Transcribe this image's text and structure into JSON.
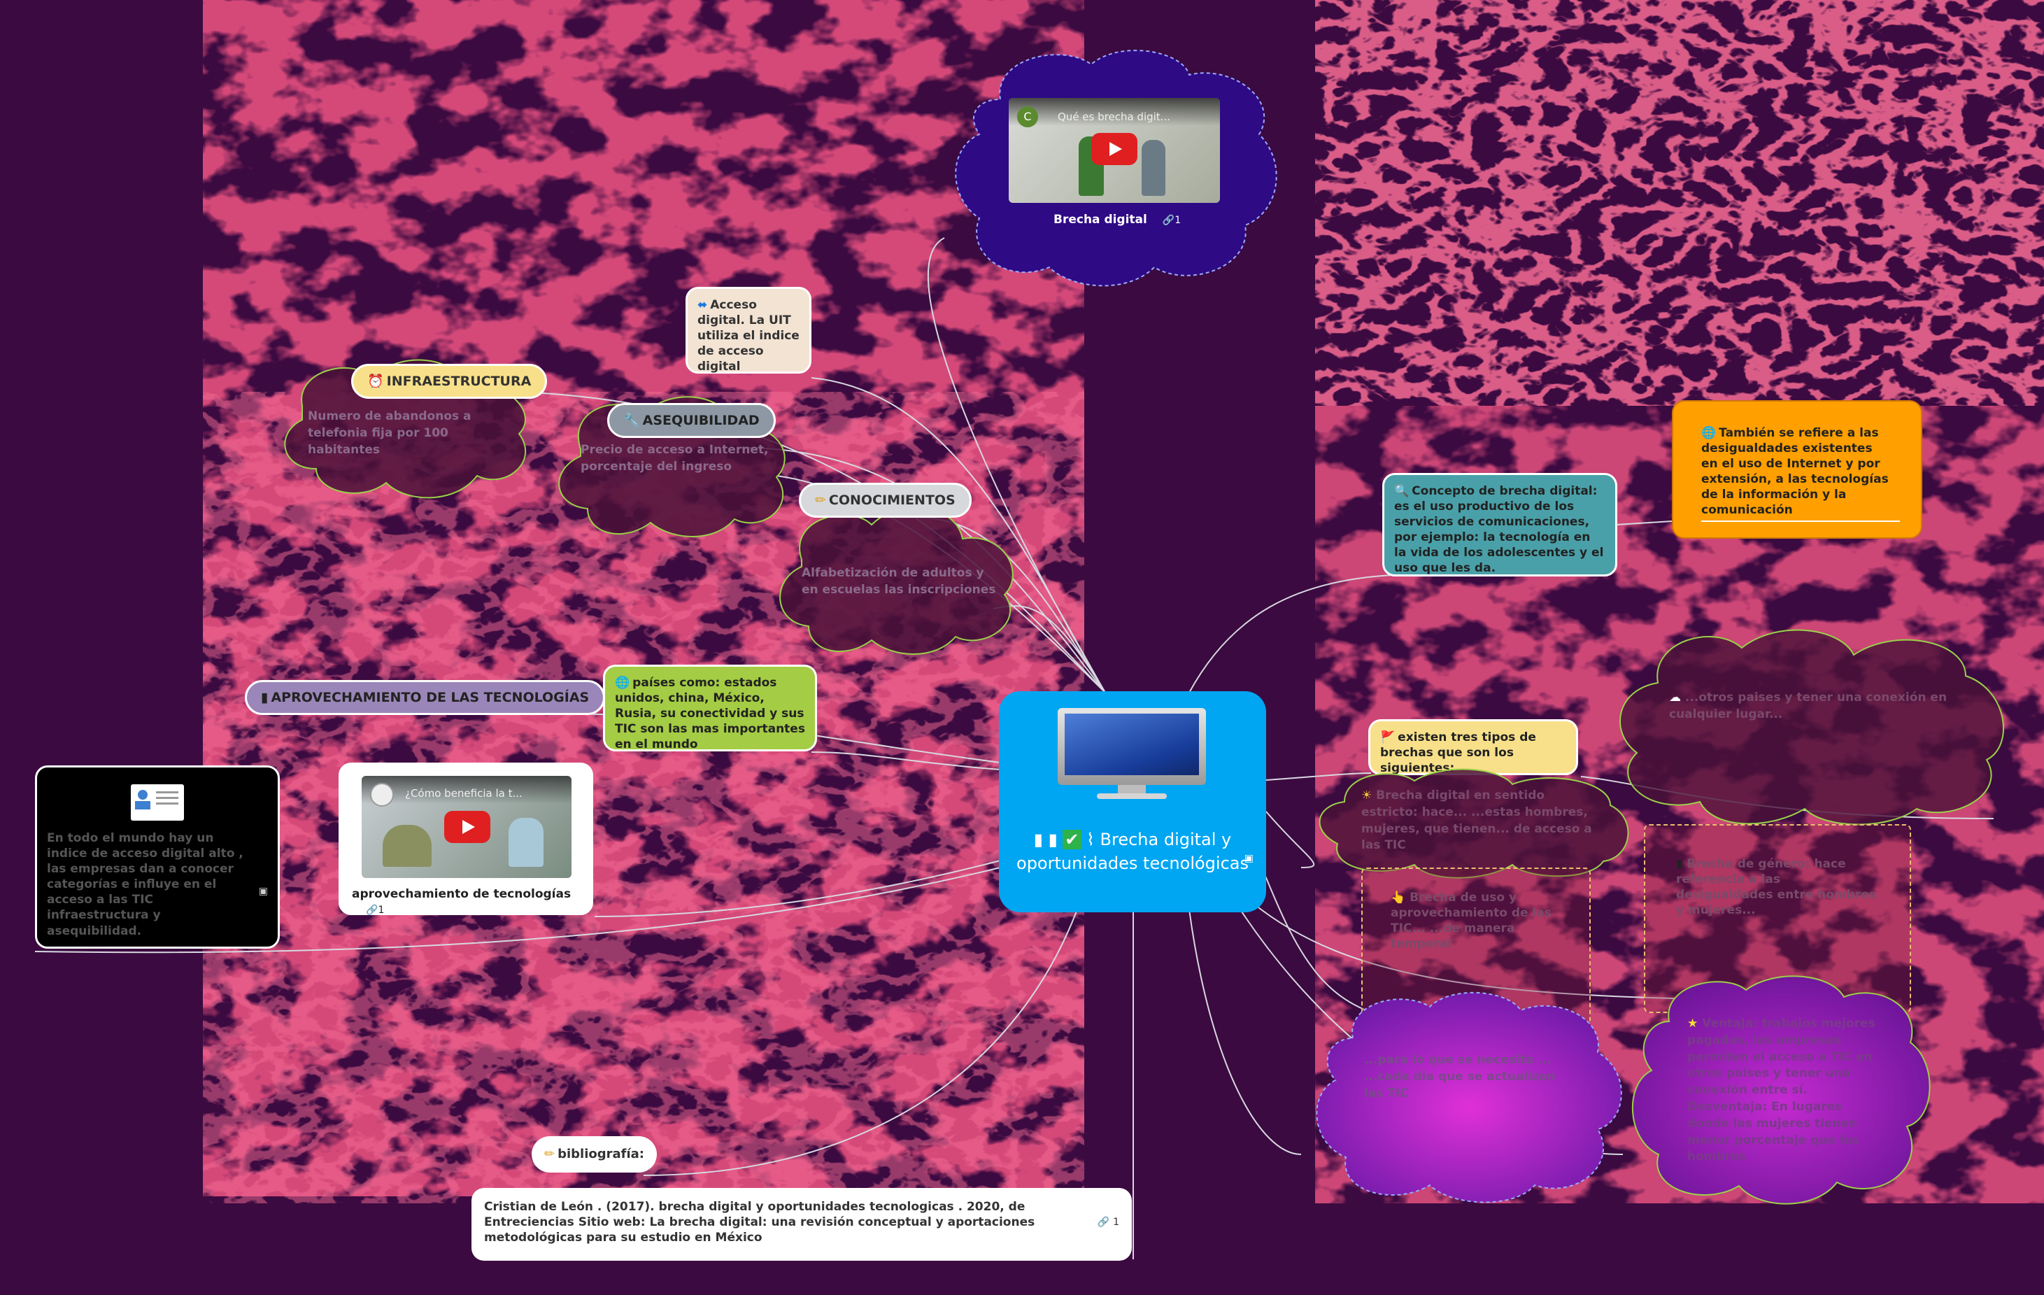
{
  "colors": {
    "background": "#3b0a40",
    "splash": "#e0183c",
    "central": "#00a6f2",
    "line": "#d8d8e0"
  },
  "central": {
    "icons": [
      "phone-icon",
      "phone-icon",
      "check-icon",
      "paperclip-icon"
    ],
    "title": "Brecha digital y oportunidades tecnológicas"
  },
  "video_top": {
    "thumb_title": "Qué es brecha digit...",
    "channel_initial": "C",
    "label": "Brecha digital",
    "link_count": "1"
  },
  "video_left": {
    "thumb_title": "¿Cómo beneficia la t...",
    "label": "aprovechamiento de tecnologías",
    "link_count": "1"
  },
  "nodes": {
    "acceso": {
      "icon": "⬌",
      "text": "Acceso digital. La UIT utiliza el indice de acceso digital"
    },
    "infra": {
      "icon": "⏰",
      "label": "INFRAESTRUCTURA",
      "detail": "Numero de abandonos a telefonia fija por 100 habitantes"
    },
    "asequ": {
      "icon": "🔧",
      "label": "ASEQUIBILIDAD",
      "detail": "Precio  de acceso a Internet, porcentaje del ingreso"
    },
    "conoc": {
      "icon": "✏",
      "label": "CONOCIMIENTOS",
      "detail": "Alfabetización de adultos y en escuelas las inscripciones"
    },
    "aprove": {
      "icon": "▮",
      "label": "APROVECHAMIENTO DE LAS TECNOLOGÍAS"
    },
    "paises": {
      "icon": "🌐",
      "text": "países como: estados unidos, china, México, Rusia, su conectividad y sus TIC  son las mas importantes en el mundo"
    },
    "black": {
      "text": "En todo el mundo hay un indice de acceso digital alto , las empresas dan a conocer categorías e influye en el acceso a las TIC infraestructura y asequibilidad."
    },
    "concepto": {
      "icon": "🔍",
      "text": "Concepto de brecha digital: es el uso productivo de los servicios de comunicaciones, por  ejemplo: la tecnología en la vida de los adolescentes y el uso que les da."
    },
    "tambien": {
      "icon": "🌐",
      "text": "También se refiere a las desigualdades existentes en el uso de Internet y por extensión, a las tecnologías de la información y la comunicación"
    },
    "tipos": {
      "icon": "🚩",
      "text": "existen tres tipos de brechas que son los siguientes:"
    },
    "tipo1": {
      "icon": "☀",
      "text": "Brecha digital en sentido estricto: hace... ...estas hombres, mujeres, que tienen... de acceso a las TIC"
    },
    "tipo2": {
      "icon": "👆",
      "text": "Brecha de uso y aprovechamiento de las TIC... ...de manera temporal"
    },
    "tipo3": {
      "text": "...para lo que se necesita ... ...cada día que se actualizan las TIC"
    },
    "ventaja_cloud": {
      "icon": "☁",
      "text": "...otros paises y tener una conexión en cualquier lugar..."
    },
    "gender": {
      "icon": "▮",
      "text": "Brecha de género: hace referencia a las desigualdades entre hombres y mujeres..."
    },
    "ventaja": {
      "icon": "★",
      "text": "Ventaja: trabajos mejores pagados, las empresas permiten el acceso a TIC en otros paises y tener una conexión entre sí. Desventaja: En lugares donde las mujeres tienen menor porcentaje que los hombres"
    },
    "biblio": {
      "icon": "✏",
      "label": "bibliografía:"
    },
    "cita": {
      "text": "Cristian de León . (2017). brecha digital y oportunidades tecnologicas . 2020, de Entreciencias Sitio web: La brecha digital: una revisión conceptual y aportaciones metodológicas para su estudio en México",
      "link_count": "1"
    }
  }
}
